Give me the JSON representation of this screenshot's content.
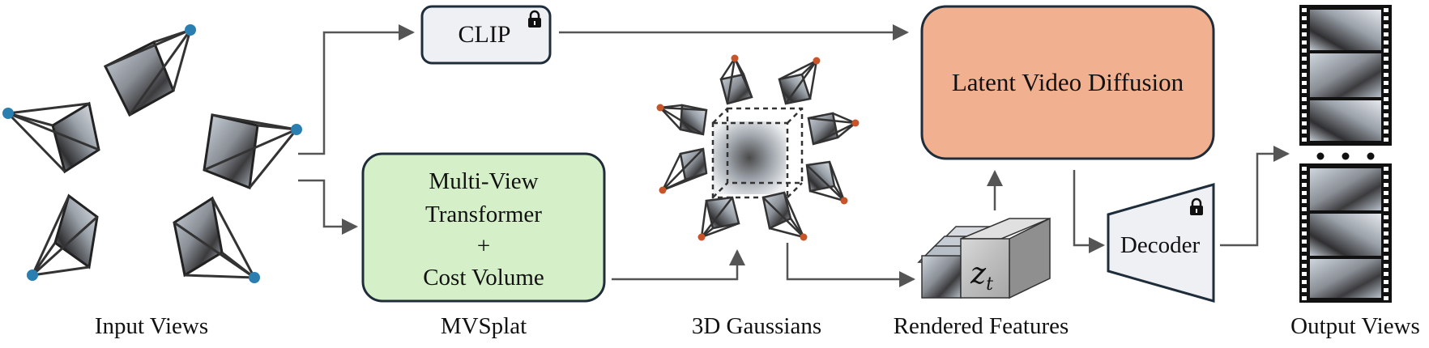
{
  "blocks": {
    "clip": "CLIP",
    "mvt_line1": "Multi-View",
    "mvt_line2": "Transformer",
    "mvt_line3": "+",
    "mvt_line4": "Cost Volume",
    "diffusion": "Latent Video Diffusion",
    "decoder": "Decoder",
    "latent_symbol": "z",
    "latent_subscript": "t"
  },
  "captions": {
    "input_views": "Input Views",
    "mvsplat": "MVSplat",
    "gaussians": "3D Gaussians",
    "rendered_features": "Rendered Features",
    "output_views": "Output Views"
  },
  "colors": {
    "clip_fill": "#eef0f3",
    "mvt_fill": "#d5f0c8",
    "diffusion_fill": "#f1b190",
    "decoder_fill": "#eef0f3",
    "input_camera_dot": "#2a7fb0",
    "gaussian_camera_dot": "#c8552a",
    "stroke": "#1f2d3a"
  },
  "icons": {
    "clip_lock": "lock-icon",
    "decoder_lock": "lock-icon"
  }
}
